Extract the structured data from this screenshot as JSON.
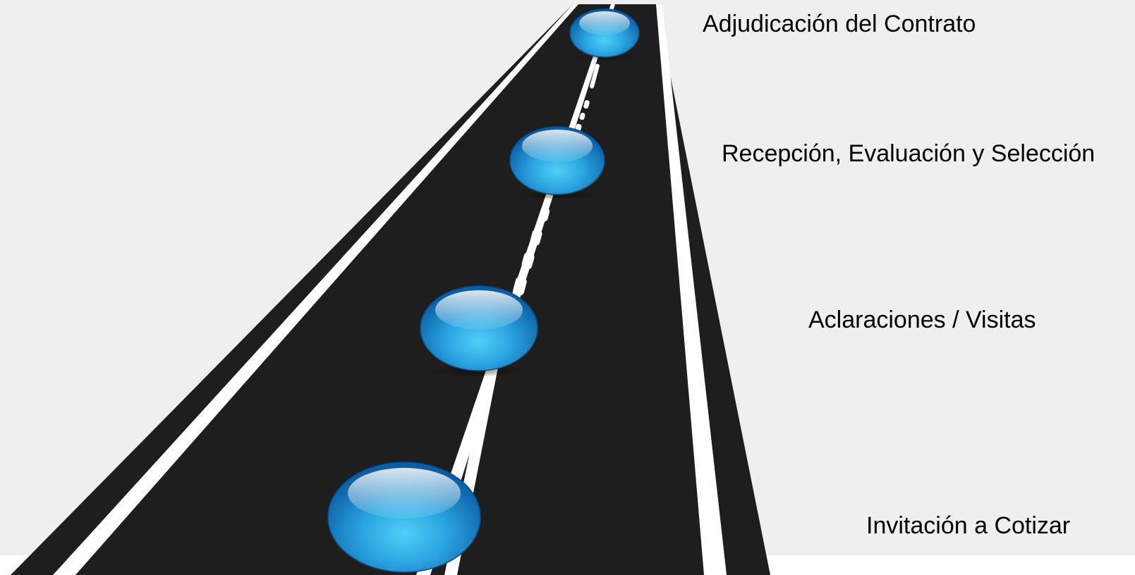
{
  "milestones": [
    {
      "label": "Adjudicación del Contrato"
    },
    {
      "label": "Recepción, Evaluación y Selección"
    },
    {
      "label": "Aclaraciones / Visitas"
    },
    {
      "label": "Invitación a Cotizar"
    }
  ],
  "colors": {
    "background": "#efefef",
    "road": "#1e1e1e",
    "road_lines": "#ffffff",
    "bubble_dark": "#0c5a9c",
    "bubble_light": "#45c8f5"
  }
}
